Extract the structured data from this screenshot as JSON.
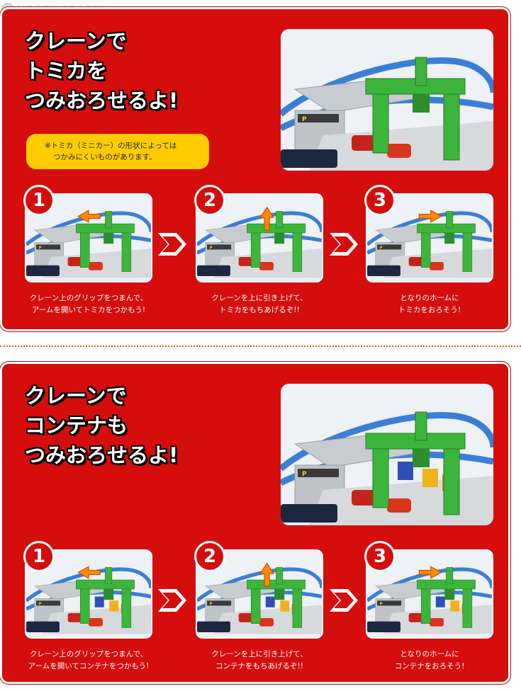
{
  "watermark": "HOBBY SEARCH",
  "colors": {
    "panel_red": "#d50d0d",
    "note_yellow": "#ffcc00",
    "crane_green": "#3db53d",
    "track_blue": "#3a7fd6",
    "arrow_orange": "#ff8a00"
  },
  "sections": [
    {
      "headline": [
        "クレーンで",
        "トミカを",
        "つみおろせるよ!"
      ],
      "note": [
        "※トミカ（ミニカー）の形状によっては",
        "つかみにくいものがあります。"
      ],
      "steps": [
        {
          "number": "1",
          "caption": [
            "クレーン上のグリップをつまんで、",
            "アームを開いてトミカをつかもう!"
          ]
        },
        {
          "number": "2",
          "caption": [
            "クレーンを上に引き上げて、",
            "トミカをもちあげるぞ!!"
          ]
        },
        {
          "number": "3",
          "caption": [
            "となりのホームに",
            "トミカをおろそう!"
          ]
        }
      ]
    },
    {
      "headline": [
        "クレーンで",
        "コンテナも",
        "つみおろせるよ!"
      ],
      "steps": [
        {
          "number": "1",
          "caption": [
            "クレーン上のグリップをつまんで、",
            "アームを開いてコンテナをつかもう!"
          ]
        },
        {
          "number": "2",
          "caption": [
            "クレーンを上に引き上げて、",
            "コンテナをもちあげるぞ!!"
          ]
        },
        {
          "number": "3",
          "caption": [
            "となりのホームに",
            "コンテナをおろそう!"
          ]
        }
      ]
    }
  ]
}
